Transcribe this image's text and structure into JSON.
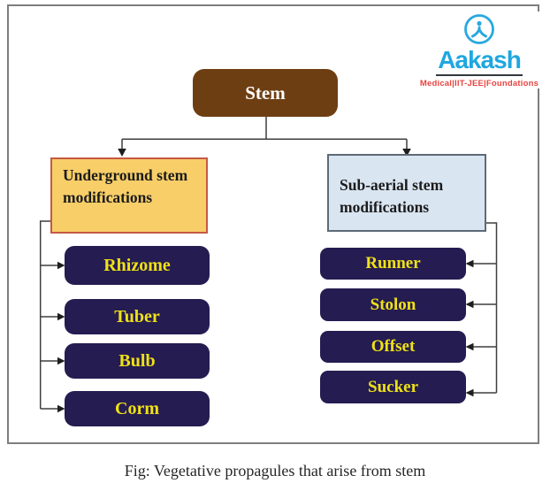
{
  "logo": {
    "brand": "Aakash",
    "tagline": "Medical|IIT-JEE|Foundations",
    "icon": "aakash-person-circle-icon",
    "brand_color": "#1FA7E0",
    "tagline_color": "#E8433F"
  },
  "diagram": {
    "root_label": "Stem",
    "left_category": "Underground stem modifications",
    "right_category": "Sub-aerial stem modifications",
    "left_items": [
      "Rhizome",
      "Tuber",
      "Bulb",
      "Corm"
    ],
    "right_items": [
      "Runner",
      "Stolon",
      "Offset",
      "Sucker"
    ],
    "colors": {
      "root_bg": "#6E3E13",
      "root_text": "#FFFFFF",
      "left_category_bg": "#F8CE68",
      "left_category_border": "#C45A43",
      "right_category_bg": "#D9E5F1",
      "right_category_border": "#5D6B76",
      "item_bg": "#251C51",
      "item_text": "#EFE117",
      "connector": "#3F3F3F"
    }
  },
  "caption": "Fig: Vegetative propagules that arise from stem"
}
